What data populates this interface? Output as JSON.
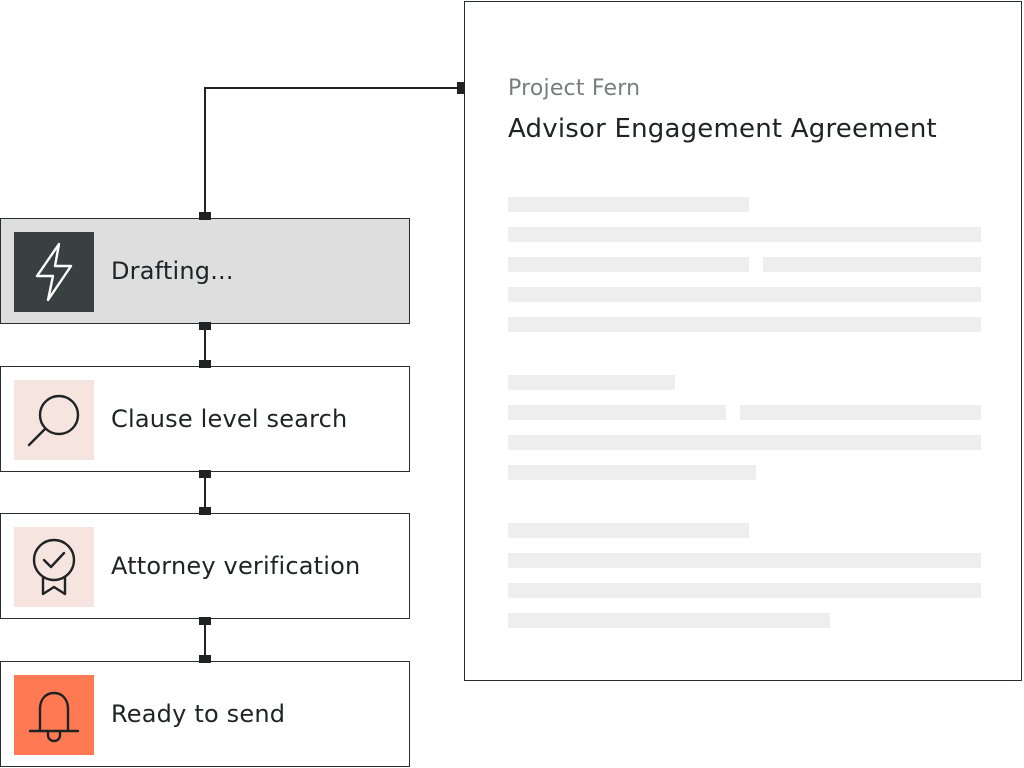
{
  "document": {
    "subtitle": "Project Fern",
    "title": "Advisor Engagement Agreement"
  },
  "steps": [
    {
      "label": "Drafting...",
      "icon": "lightning-icon",
      "state": "active",
      "icon_bg": "#384040"
    },
    {
      "label": "Clause level search",
      "icon": "search-icon",
      "state": "default",
      "icon_bg": "#f6e4df"
    },
    {
      "label": "Attorney verification",
      "icon": "badge-check-icon",
      "state": "default",
      "icon_bg": "#f6e4df"
    },
    {
      "label": "Ready to send",
      "icon": "bell-icon",
      "state": "default",
      "icon_bg": "#ff7a52"
    }
  ],
  "colors": {
    "accent": "#ff7a52",
    "accent_light": "#f6e4df",
    "active_bg": "#dedede",
    "dark_icon_bg": "#384040",
    "line": "#1f2324",
    "placeholder": "#eeeeee"
  }
}
